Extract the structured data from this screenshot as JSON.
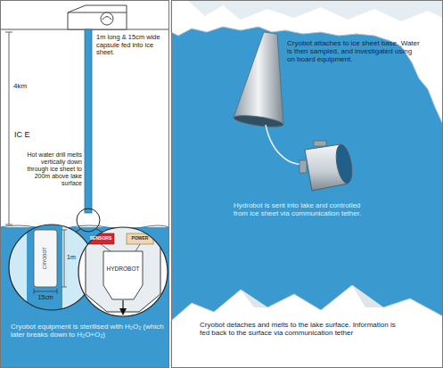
{
  "diagram": {
    "labels": [
      "1m long & 15cm wide capsule fed into ice sheet.",
      "4km",
      "IC E",
      "Hot water drill melts vertically down through ice sheet to 200m above lake surface",
      "CRYOBOT",
      "1m",
      "15cm",
      "SENSORS",
      "POWER",
      "HYDROBOT",
      "Cryobot equipment is sterilised with H₂O₂ (which later breaks down to H₂O+O₂)",
      "Cryobot attaches to ice sheet base. Water is then sampled, and investigated using on board equipment.",
      "Hydrobot is sent into lake and controlled from ice sheet via communication tether.",
      "Cryobot detaches and melts to the lake surface. Information is fed back to the surface via communication tether"
    ]
  }
}
